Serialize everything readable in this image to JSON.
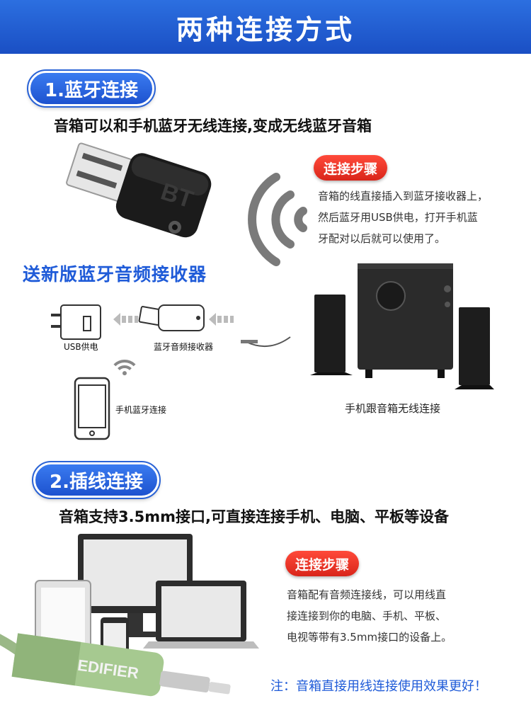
{
  "header": {
    "title": "两种连接方式"
  },
  "section1": {
    "pill": "1.蓝牙连接",
    "desc": "音箱可以和手机蓝牙无线连接,变成无线蓝牙音箱",
    "badge": "连接步骤",
    "steps": [
      "音箱的线直接插入到蓝牙接收器上，",
      "然后蓝牙用USB供电，打开手机蓝",
      "牙配对以后就可以使用了。"
    ],
    "receiver_caption": "送新版蓝牙音频接收器",
    "receiver_logo": "BT",
    "diagram": {
      "usb_label": "USB供电",
      "receiver_label": "蓝牙音频接收器",
      "phone_label": "手机蓝牙连接"
    },
    "speaker_caption": "手机跟音箱无线连接"
  },
  "section2": {
    "pill": "2.插线连接",
    "desc": "音箱支持3.5mm接口,可直接连接手机、电脑、平板等设备",
    "badge": "连接步骤",
    "steps": [
      "音箱配有音频连接线，可以用线直",
      "接连接到你的电脑、手机、平板、",
      "电视等带有3.5mm接口的设备上。"
    ],
    "cable_brand": "EDIFIER",
    "note": "注：音箱直接用线连接使用效果更好！"
  },
  "colors": {
    "brand_blue": "#1f5bd8",
    "badge_red": "#e0291c",
    "cable_green": "#a6c990"
  },
  "icons": [
    "usb-plug-icon",
    "arrow-left-icon",
    "wifi-signal-icon",
    "phone-icon",
    "monitor-icon",
    "laptop-icon",
    "tablet-icon"
  ]
}
